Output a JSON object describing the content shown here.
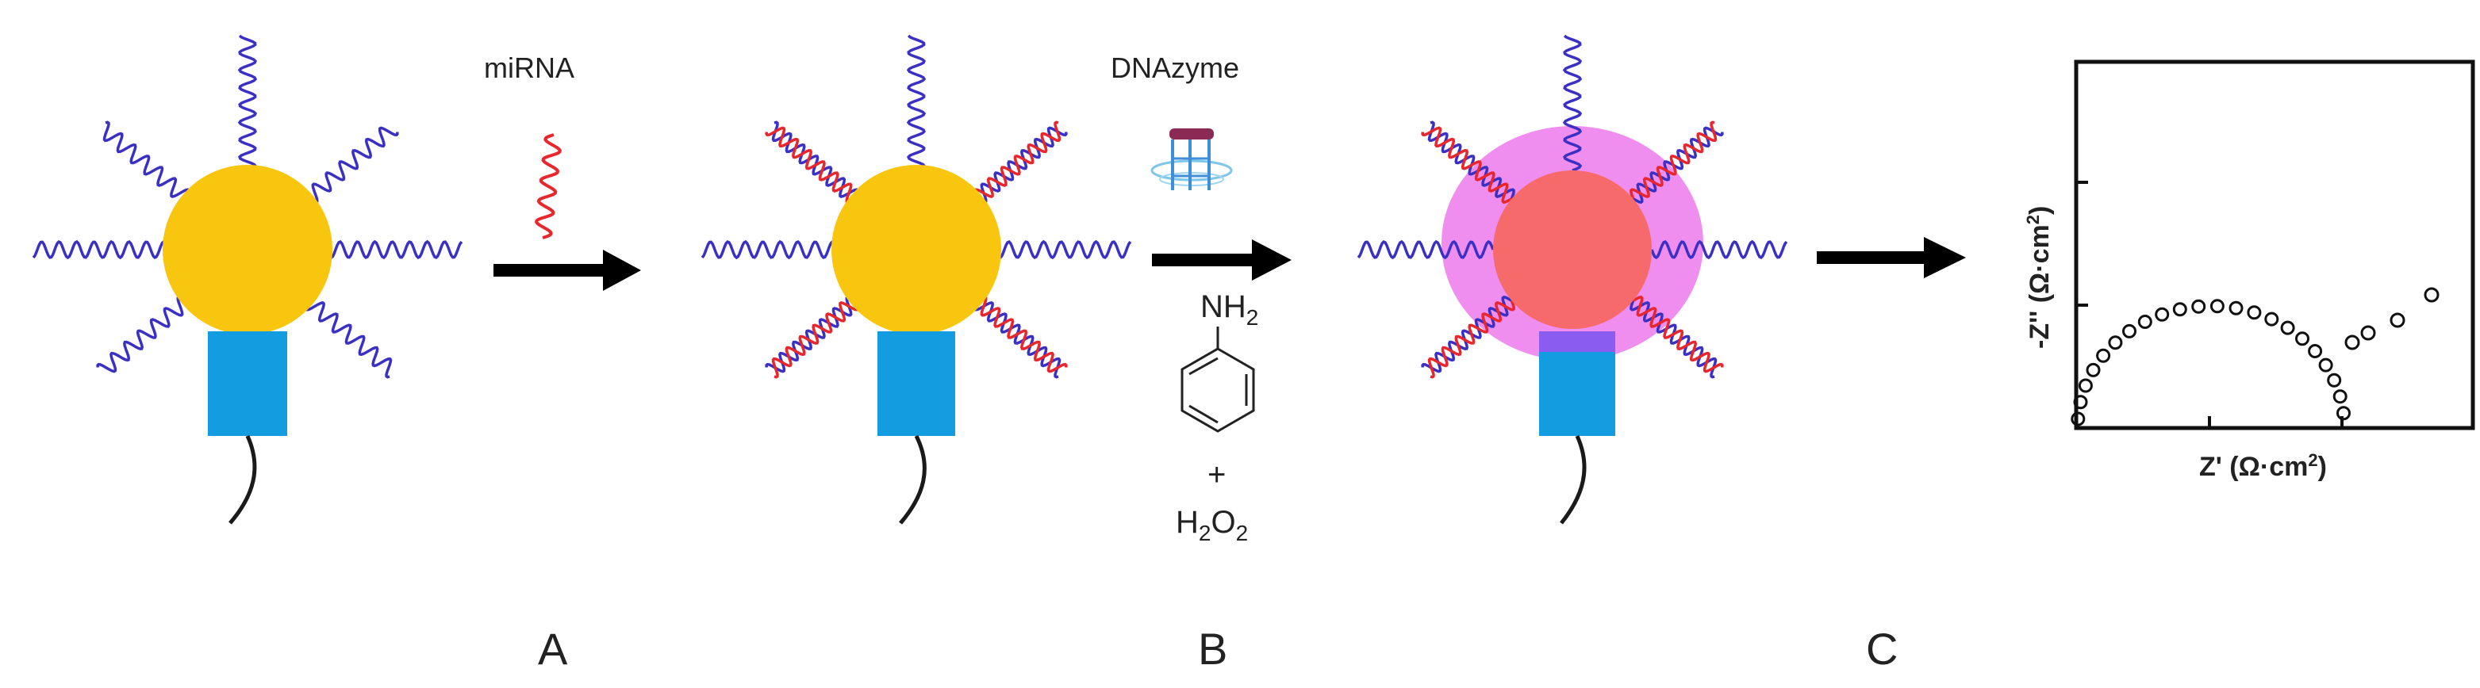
{
  "reagents": {
    "mirna": "miRNA",
    "dnazyme": "DNAzyme",
    "nh2": "NH",
    "nh2_sub": "2",
    "plus": "+",
    "h2o2_h": "H",
    "h2o2_sub1": "2",
    "h2o2_o": "O",
    "h2o2_sub2": "2"
  },
  "panels": [
    "A",
    "B",
    "C"
  ],
  "plot": {
    "ylabel_pre": "-Z'' (Ω·cm",
    "ylabel_sup": "2",
    "ylabel_post": ")",
    "xlabel_pre": "Z' (Ω·cm",
    "xlabel_sup": "2",
    "xlabel_post": ")"
  },
  "colors": {
    "gold": "#f9c60f",
    "tag": "#139de0",
    "probe": "#3b30c4",
    "mirna": "#e8262b",
    "pink_shell": "#f08ef0",
    "salmon_core": "#f76a6c",
    "purple_band": "#8a5cf0",
    "arrow": "#000000",
    "tail": "#1a1a1a"
  }
}
